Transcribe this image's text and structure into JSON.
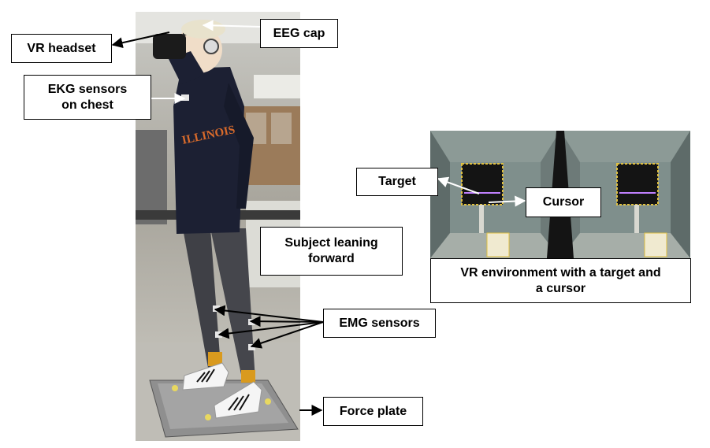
{
  "labels": {
    "vr_headset": "VR headset",
    "eeg_cap": "EEG cap",
    "ekg_sensors": "EKG sensors\non chest",
    "subject_leaning": "Subject leaning\nforward",
    "emg_sensors": "EMG sensors",
    "force_plate": "Force plate",
    "target": "Target",
    "cursor": "Cursor",
    "vr_caption": "VR environment with a target and\na cursor"
  },
  "colors": {
    "label_border": "#000000",
    "label_bg": "#ffffff",
    "sensor_patch": "#e6e6e6",
    "sneaker_stripe": "#111111",
    "force_plate_surface": "#8f8f8f",
    "vr_target_frame": "#e0c040",
    "vr_cursor_line": "#c080ff"
  }
}
